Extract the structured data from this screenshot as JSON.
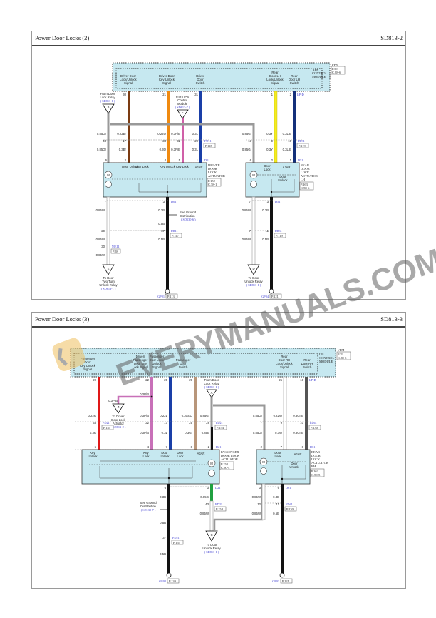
{
  "page1": {
    "title": "Power Door Locks (2)",
    "code": "SD813-2",
    "module": {
      "name": [
        "IPS",
        "CONTROL",
        "MODULE"
      ],
      "ref": [
        "I/PM",
        "P.39",
        "C.88-6"
      ]
    },
    "module_pins": [
      {
        "label": [
          "Driver Door",
          "Lock/Unlock",
          "Signal"
        ],
        "pin": "30",
        "color": "#7b3b12"
      },
      {
        "label": [
          "Driver Door",
          "Key Unlock",
          "Signal"
        ],
        "pin": "21",
        "color": "#f08a10"
      },
      {
        "label": [
          "Driver",
          "Door",
          "Switch"
        ],
        "pin": "31",
        "color": "#1a3fa8"
      },
      {
        "label": [
          "Rear",
          "Door LH",
          "Lock/Unlock",
          "Signal"
        ],
        "pin": "1",
        "color": "#f4ec20"
      },
      {
        "label": [
          "Rear",
          "Door LH",
          "Switch"
        ],
        "pin": "2",
        "color": "#14307a"
      }
    ],
    "connector_ip": "I/P-D",
    "from_relay": {
      "letter": "B",
      "lines": [
        "From Door",
        "Lock Relay"
      ],
      "ref": "( SD813-1 )"
    },
    "from_ips": {
      "letter": "F",
      "lines": [
        "From IPS",
        "Control",
        "Module"
      ],
      "ref": "( SD813-7 )"
    },
    "wires_upper": [
      "0.85Gr",
      "0.22Br",
      "0.22O",
      "0.3P/B",
      "0.3L"
    ],
    "wires_lower": [
      "0.85Gr",
      "0.3Br",
      "0.3O",
      "0.3P/B",
      "0.3L"
    ],
    "fd11_pins": [
      "43",
      "17",
      "33",
      "32",
      "20"
    ],
    "fd11": {
      "name": "FD11",
      "page": "P.147"
    },
    "actuator_pins": [
      "6",
      "2",
      "4",
      "5",
      "1"
    ],
    "d01": "D01",
    "driver_actuator": {
      "name": [
        "DRIVER",
        "DOOR",
        "LOCK",
        "ACTUATOR"
      ],
      "ref": [
        "P.152",
        "C.58-1"
      ],
      "switches": [
        "Door Unlock",
        "Door Lock",
        "Key Unlock",
        "Key Lock",
        "AJAR"
      ]
    },
    "below_driver": {
      "pin_left": "7",
      "pin_right": "3",
      "w_left": "0.85W",
      "w_right": "0.3B",
      "ground_note": [
        "See Ground",
        "Distribution"
      ],
      "ground_ref": "( SD130-6 )",
      "w_mid": "0.5B",
      "fd11_left": "29",
      "fd11_right": "37",
      "fd11": "FD11",
      "fd11_page": "P.147",
      "w_right2": "0.5B",
      "me11_pin": "30",
      "me11": "ME11",
      "me11_page": "P.58",
      "w_left3": "0.85W",
      "w_left2": "0.85W"
    },
    "to_two_turn": {
      "letter": "E",
      "lines": [
        "To Door",
        "Two Turn",
        "Unlock Relay"
      ],
      "ref": "( SD813-1 )"
    },
    "gp01": {
      "name": "GP01",
      "page": "P.113"
    },
    "rear_lh": {
      "wires_upper": [
        "0.85Gr",
        "0.3Y",
        "0.3L/B"
      ],
      "fd31_pins": [
        "13",
        "9",
        "10"
      ],
      "fd31": {
        "name": "FD31",
        "page": "P.119"
      },
      "wires_lower": [
        "0.85Gr",
        "0.3Y",
        "0.3L/B"
      ],
      "actuator_pins": [
        "6",
        "2",
        "1"
      ],
      "d51": "D51",
      "actuator": {
        "name": [
          "REAR",
          "DOOR",
          "LOCK",
          "ACTUATOR",
          "LH"
        ],
        "ref": [
          "P.163",
          "C.58-6"
        ],
        "switches": [
          "Door Lock",
          "AJAR",
          "Door Unlock"
        ]
      },
      "below": {
        "pin_left": "7",
        "pin_right": "3",
        "w_left": "0.85W",
        "w_right": "0.3B",
        "fd31_left": "7",
        "fd31_right": "11",
        "fd31": "FD31",
        "fd31_page": "P.119",
        "w_left2": "0.85W",
        "w_right2": "0.5B"
      },
      "to_unlock": {
        "letter": "D",
        "lines": [
          "To Door",
          "Unlock Relay"
        ],
        "ref": "( SD813-1 )"
      },
      "gp04": {
        "name": "GP04",
        "page": "P.121"
      }
    }
  },
  "page2": {
    "title": "Power Door Locks (3)",
    "code": "SD813-3",
    "module": {
      "name": [
        "IPS",
        "CONTROL",
        "MODULE"
      ],
      "ref": [
        "I/PM",
        "P.39",
        "C.88-6"
      ]
    },
    "module_pins": [
      {
        "label": [
          "Passenger",
          "Door",
          "Key Unlock",
          "Signal"
        ],
        "pin": "20",
        "color": "#e01818"
      },
      {
        "label": [
          "Driver/",
          "Passenger",
          "Door Key",
          "Lock Signal"
        ],
        "pin": "22",
        "color": "#c870b8"
      },
      {
        "label": [
          "Passenger",
          "Door Lock/",
          "Unlock",
          "Signal"
        ],
        "pin": "26",
        "color": "#1a3fa8"
      },
      {
        "label": [
          "Passenger",
          "Door",
          "Switch"
        ],
        "pin": "29",
        "color": "#b8967a"
      },
      {
        "label": [
          "Rear",
          "Door RH",
          "Lock/Unlock",
          "Signal"
        ],
        "pin": "25",
        "color": "#ffffff"
      },
      {
        "label": [
          "Rear",
          "Door RH",
          "Switch"
        ],
        "pin": "16",
        "color": "#555555"
      }
    ],
    "connector_ip": "I/P-D",
    "from_relay": {
      "letter": "A",
      "lines": [
        "From Door",
        "Lock Relay"
      ],
      "ref": "( SD813-1 )"
    },
    "to_driver_actuator": {
      "letter": "Z",
      "lines": [
        "To Driver",
        "Door Lock",
        "Actuator"
      ],
      "ref": "( SD813-2 )",
      "wire_a": "0.3P/B",
      "wire_b": "0.3P/B"
    },
    "wires_upper": [
      "0.22R",
      "0.3P/B",
      "0.22L",
      "0.3Gr/O",
      "0.85Gr"
    ],
    "fd21_pins": [
      "33",
      "32",
      "17",
      "25",
      "28"
    ],
    "fd21": {
      "name": "FD21",
      "page": "P.154"
    },
    "wires_lower": [
      "0.3R",
      "0.3P/B",
      "0.3L",
      "0.3Gr",
      "0.85B"
    ],
    "actuator_pins": [
      "5",
      "4",
      "7",
      "8",
      "2"
    ],
    "d21": "D21",
    "pass_actuator": {
      "name": [
        "PASSENGER",
        "DOOR LOCK",
        "ACTUATOR"
      ],
      "ref": [
        "P.158",
        "C.50-4"
      ],
      "switches": [
        "Key Unlock",
        "Key Lock",
        "Door Unlock",
        "Door Lock",
        "AJAR"
      ]
    },
    "below_pass": {
      "pin_left": "6",
      "pin_right": "3",
      "w_left": "0.3B",
      "w_right": "0.85G",
      "ground_note": [
        "See Ground",
        "Distribution"
      ],
      "ground_ref": "( SD130-7 )",
      "w_mid": "0.5B",
      "fd21_pin": "37",
      "fd21": "FD21",
      "fd21_page": "P.154",
      "w_left3": "0.5B",
      "ed21_pin": "43",
      "ed21": "ED21",
      "ed21_page": "P.154",
      "w_right2": "0.85W"
    },
    "to_unlock": {
      "letter": "C",
      "lines": [
        "To Door",
        "Unlock Relay"
      ],
      "ref": "( SD813-1 )"
    },
    "gf02": {
      "name": "GF02",
      "page": "P.120"
    },
    "rear_rh": {
      "wires_upper": [
        "0.85Gr",
        "0.22W",
        "0.3Gr/B"
      ],
      "fd41_pins": [
        "7",
        "9",
        "10"
      ],
      "fd41": {
        "name": "FD41",
        "page": "P.130"
      },
      "wires_lower": [
        "0.85Gr",
        "0.3W",
        "0.3Gr/B"
      ],
      "actuator_pins": [
        "2",
        "7",
        "8"
      ],
      "d61": "D61",
      "actuator": {
        "name": [
          "REAR",
          "DOOR",
          "LOCK",
          "ACTUATOR",
          "RH"
        ],
        "ref": [
          "P.163",
          "C.50-5"
        ],
        "switches": [
          "Door Lock",
          "AJAR",
          "Door Unlock"
        ]
      },
      "below": {
        "pin_left": "3",
        "pin_right": "6",
        "w_left": "0.85W",
        "w_right": "0.3B",
        "fd41_left": "12",
        "fd41_right": "11",
        "fd41": "FD41",
        "fd41_page": "P.130",
        "w_left2": "0.85W",
        "w_right2": "0.5B"
      },
      "gf03": {
        "name": "GF03",
        "page": "P.121"
      }
    }
  },
  "watermark": {
    "text1": "EVERYMANUALS.COM"
  },
  "colors": {
    "module_fill": "#c6e8f0",
    "link_blue": "#3a3ad0",
    "panel_border": "#9a9a9a"
  }
}
